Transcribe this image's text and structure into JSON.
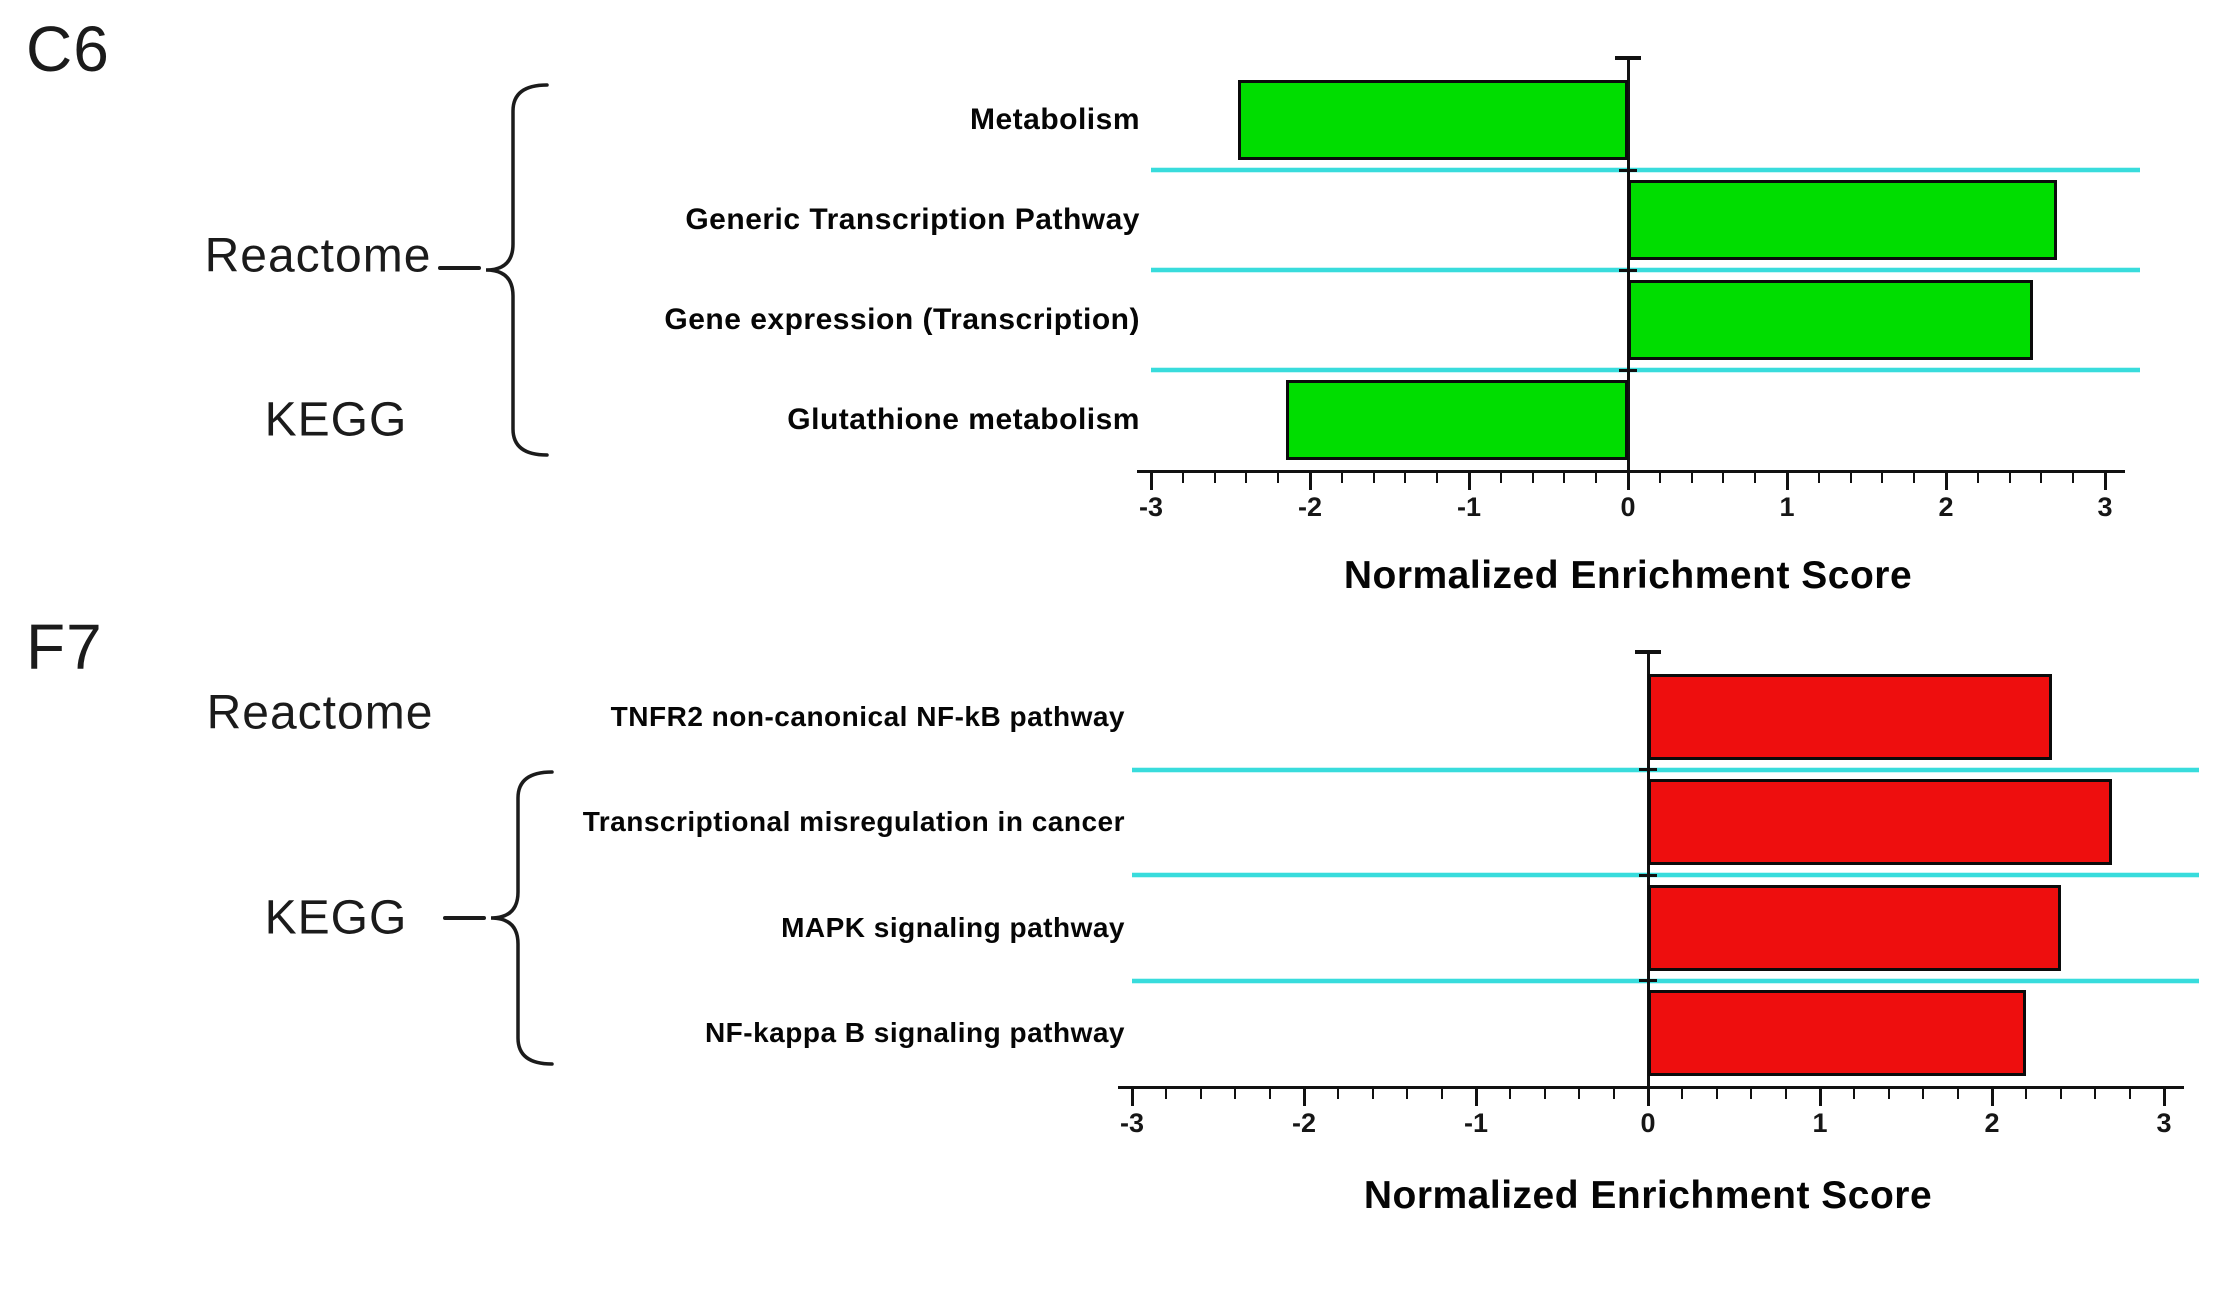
{
  "figure": {
    "background_color": "#ffffff",
    "text_color": "#1b1b1b",
    "separator_color": "#38dcdc"
  },
  "chart_data": [
    {
      "type": "bar",
      "orientation": "horizontal",
      "panel": "C6",
      "xlabel": "Normalized Enrichment Score",
      "ylabel": "",
      "xlim": [
        -3,
        3
      ],
      "x_major_tick_step": 1,
      "x_minor_tick_step": 0.2,
      "tick_labels": [
        "-3",
        "-2",
        "-1",
        "0",
        "1",
        "2",
        "3"
      ],
      "grid": false,
      "legend": false,
      "bar_color": "#00dd00",
      "bar_border_color": "#0b0b0b",
      "separator_color": "#38dcdc",
      "categories": [
        "Metabolism",
        "Generic Transcription Pathway",
        "Gene expression (Transcription)",
        "Glutathione metabolism"
      ],
      "values": [
        -2.45,
        2.7,
        2.55,
        -2.15
      ],
      "groups": [
        {
          "label": "Reactome",
          "rows": [
            0,
            1,
            2
          ],
          "brace": true
        },
        {
          "label": "KEGG",
          "rows": [
            3
          ],
          "brace": false
        }
      ]
    },
    {
      "type": "bar",
      "orientation": "horizontal",
      "panel": "F7",
      "xlabel": "Normalized Enrichment Score",
      "ylabel": "",
      "xlim": [
        -3,
        3
      ],
      "x_major_tick_step": 1,
      "x_minor_tick_step": 0.2,
      "tick_labels": [
        "-3",
        "-2",
        "-1",
        "0",
        "1",
        "2",
        "3"
      ],
      "grid": false,
      "legend": false,
      "bar_color": "#ee0e0e",
      "bar_border_color": "#0b0b0b",
      "separator_color": "#38dcdc",
      "categories": [
        "TNFR2 non-canonical NF-kB pathway",
        "Transcriptional misregulation in cancer",
        "MAPK signaling pathway",
        "NF-kappa B signaling pathway"
      ],
      "values": [
        2.35,
        2.7,
        2.4,
        2.2
      ],
      "groups": [
        {
          "label": "Reactome",
          "rows": [
            0
          ],
          "brace": false
        },
        {
          "label": "KEGG",
          "rows": [
            1,
            2,
            3
          ],
          "brace": true
        }
      ]
    }
  ]
}
